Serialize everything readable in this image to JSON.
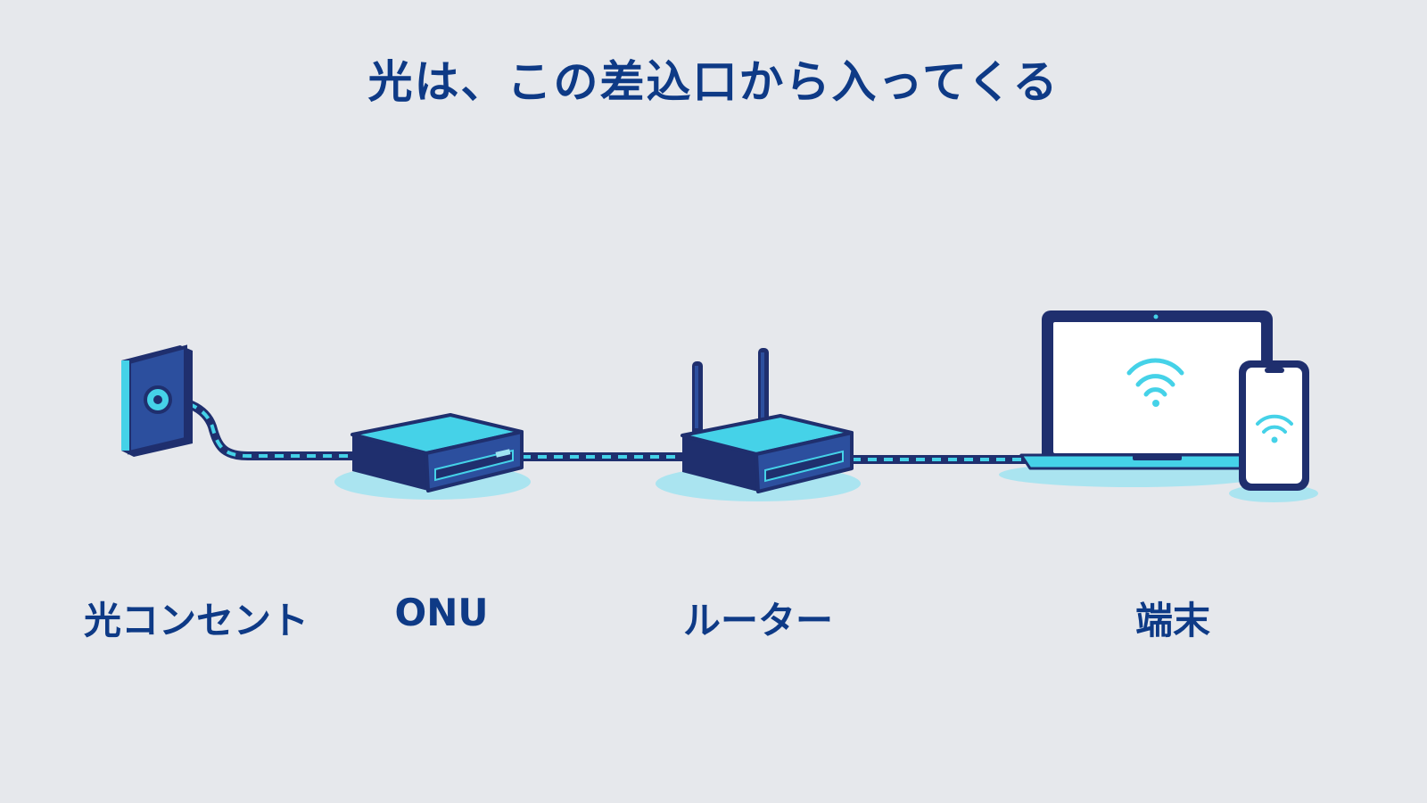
{
  "title": "光は、この差込口から入ってくる",
  "labels": {
    "outlet": "光コンセント",
    "onu": "ONU",
    "router": "ルーター",
    "device": "端末"
  },
  "icons": {
    "outlet": "optical-outlet-icon",
    "onu": "onu-box-icon",
    "router": "router-icon",
    "laptop": "laptop-icon",
    "phone": "smartphone-icon",
    "wifi": "wifi-icon"
  },
  "colors": {
    "background": "#e6e8ec",
    "title": "#0e3a86",
    "navy": "#1f2f6e",
    "cyan": "#45d2e8",
    "blue": "#2c4f9e",
    "shadow": "#9fe3f1"
  }
}
